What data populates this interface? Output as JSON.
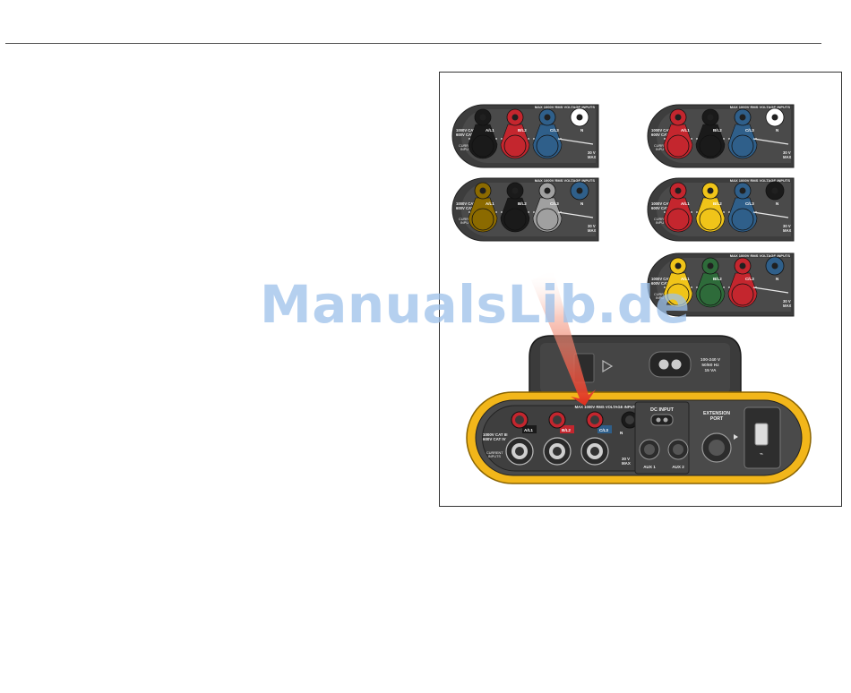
{
  "watermark": "ManualsLib.de",
  "panel_texts": {
    "header": "MAX 1000V RMS VOLTAGE INPUTS",
    "cat_line1": "1000V CAT III",
    "cat_line2": "600V CAT IV",
    "current_line1": "CURRENT",
    "current_line2": "INPUTS",
    "max_line1": "30 V",
    "max_line2": "MAX",
    "neutral": "N"
  },
  "phase_labels": [
    "A/L1",
    "B/L2",
    "C/L3"
  ],
  "color_schemes": [
    {
      "name": "scheme-1",
      "colors": [
        "#1a1a1a",
        "#c4262e",
        "#2f5f8a",
        "#ffffff"
      ]
    },
    {
      "name": "scheme-2",
      "colors": [
        "#c4262e",
        "#1a1a1a",
        "#2f5f8a",
        "#ffffff"
      ]
    },
    {
      "name": "scheme-3",
      "colors": [
        "#8b6a00",
        "#1a1a1a",
        "#a0a0a0",
        "#2f5f8a"
      ]
    },
    {
      "name": "scheme-4",
      "colors": [
        "#c4262e",
        "#f0c419",
        "#2f5f8a",
        "#1a1a1a"
      ]
    },
    {
      "name": "scheme-5",
      "colors": [
        "#f0c419",
        "#2e6b3a",
        "#c4262e",
        "#2f5f8a"
      ]
    }
  ],
  "device": {
    "power_line1": "100-240 V",
    "power_line2": "50/60 Hz",
    "power_line3": "15 VA",
    "dc_input": "DC INPUT",
    "extension_line1": "EXTENSION",
    "extension_line2": "PORT",
    "aux1": "AUX 1",
    "aux2": "AUX 2",
    "jack_colors": [
      "#c4262e",
      "#c4262e",
      "#c4262e",
      "#1a1a1a"
    ],
    "label_colors": [
      "#1a1a1a",
      "#c4262e",
      "#2f5f8a"
    ]
  }
}
